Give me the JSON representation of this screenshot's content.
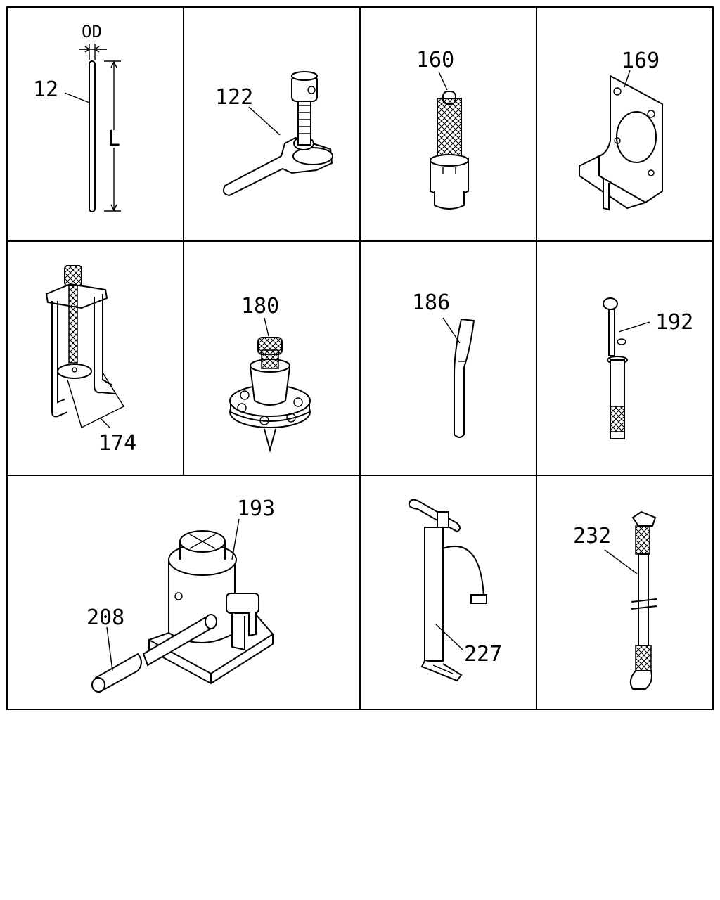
{
  "callouts": {
    "c12": "12",
    "cOD": "OD",
    "cL": "L",
    "c122": "122",
    "c160": "160",
    "c169": "169",
    "c174": "174",
    "c180": "180",
    "c186": "186",
    "c192": "192",
    "c193": "193",
    "c208": "208",
    "c227": "227",
    "c232": "232"
  },
  "icons": [
    "rod",
    "wrench",
    "knurled-driver",
    "bracket",
    "puller",
    "press-base",
    "chisel",
    "tester",
    "bottle-jack",
    "handle-bar",
    "pump",
    "hose-adapter"
  ]
}
